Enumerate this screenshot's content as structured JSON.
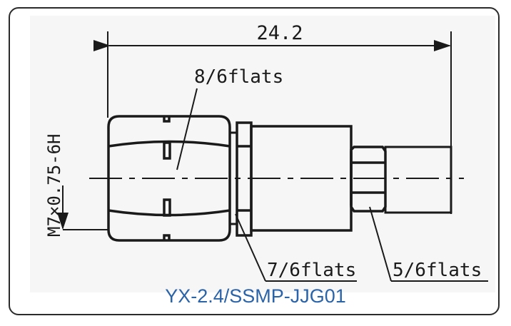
{
  "drawing": {
    "overall_length": "24.2",
    "thread_spec": "M7×0.75-6H",
    "flats": {
      "left_hex": "8/6flats",
      "middle_hex": "7/6flats",
      "right_hex": "5/6flats"
    }
  },
  "caption": "YX-2.4/SSMP-JJG01",
  "colors": {
    "caption": "#2a63a8",
    "line": "#1a1a1a"
  }
}
